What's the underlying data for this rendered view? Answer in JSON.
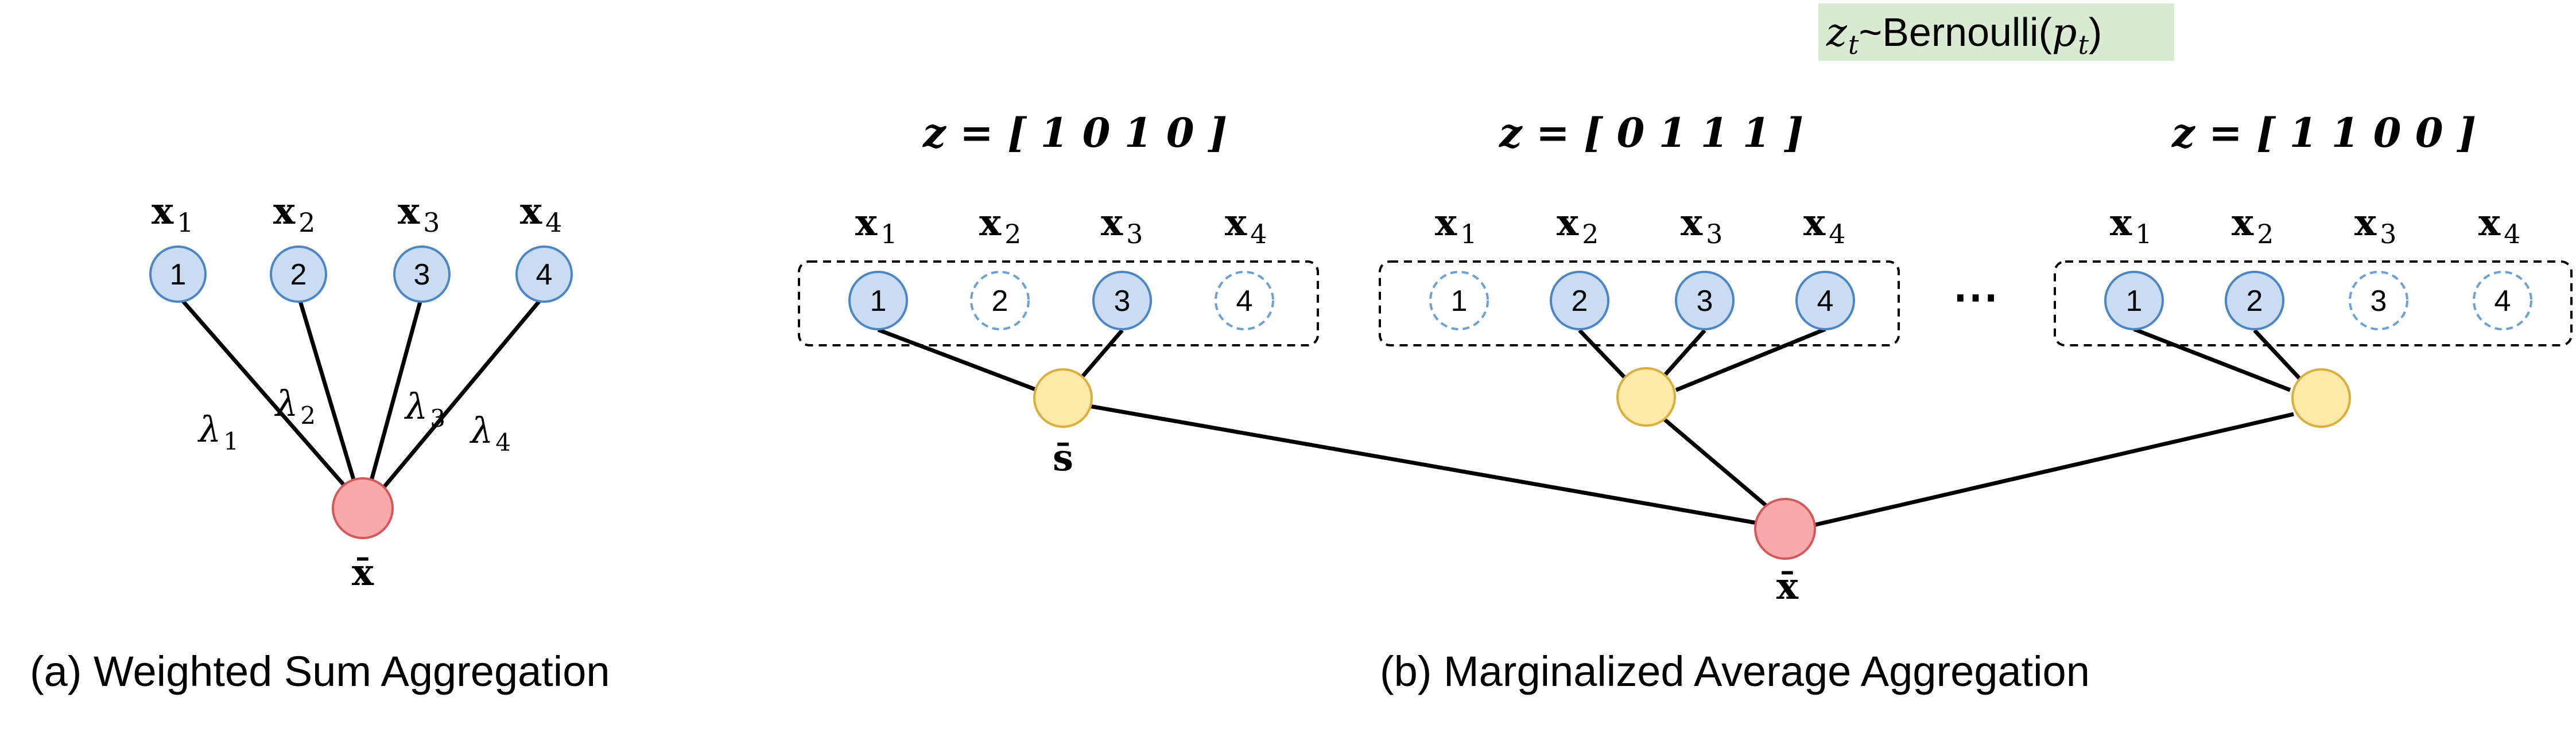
{
  "panel_a": {
    "vector_labels": [
      {
        "base": "x",
        "sub": "1"
      },
      {
        "base": "x",
        "sub": "2"
      },
      {
        "base": "x",
        "sub": "3"
      },
      {
        "base": "x",
        "sub": "4"
      }
    ],
    "nodes": [
      "1",
      "2",
      "3",
      "4"
    ],
    "weights": [
      {
        "base": "λ",
        "sub": "1"
      },
      {
        "base": "λ",
        "sub": "2"
      },
      {
        "base": "λ",
        "sub": "3"
      },
      {
        "base": "λ",
        "sub": "4"
      }
    ],
    "output_label": "x̄",
    "caption": "(a) Weighted Sum Aggregation"
  },
  "panel_b": {
    "sampling_note": {
      "z": "z",
      "z_sub": "t",
      "dist": "~Bernoulli(",
      "p": "p",
      "p_sub": "t",
      "close": ")"
    },
    "groups": [
      {
        "z_label": "z = [ 1 0 1 0 ]",
        "mask": [
          1,
          0,
          1,
          0
        ]
      },
      {
        "z_label": "z = [ 0 1 1 1 ]",
        "mask": [
          0,
          1,
          1,
          1
        ]
      },
      {
        "z_label": "z = [ 1 1 0 0 ]",
        "mask": [
          1,
          1,
          0,
          0
        ]
      }
    ],
    "vector_labels": [
      {
        "base": "x",
        "sub": "1"
      },
      {
        "base": "x",
        "sub": "2"
      },
      {
        "base": "x",
        "sub": "3"
      },
      {
        "base": "x",
        "sub": "4"
      }
    ],
    "nodes": [
      "1",
      "2",
      "3",
      "4"
    ],
    "ellipsis": "⋯",
    "subset_label": "s̄",
    "output_label": "x̄",
    "caption": "(b) Marginalized Average Aggregation"
  },
  "colors": {
    "input_fill": "#c9dcf2",
    "input_stroke": "#4a86c5",
    "subset_fill": "#ffe9a8",
    "output_fill": "#f8a9a9",
    "note_bg": "#d9ead3"
  }
}
